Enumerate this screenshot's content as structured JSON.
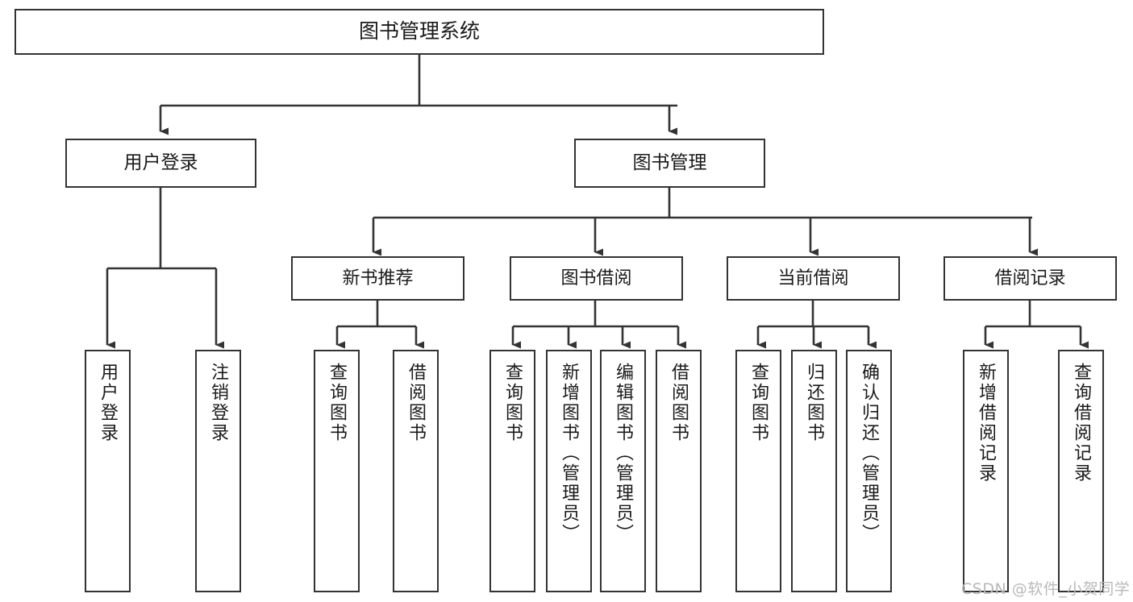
{
  "diagram": {
    "title": "图书管理系统",
    "type": "tree-hierarchy-chart",
    "root": {
      "label": "图书管理系统"
    },
    "level2": [
      {
        "label": "用户登录"
      },
      {
        "label": "图书管理"
      }
    ],
    "level3": [
      {
        "label": "新书推荐"
      },
      {
        "label": "图书借阅"
      },
      {
        "label": "当前借阅"
      },
      {
        "label": "借阅记录"
      }
    ],
    "leaves": {
      "user_login": [
        {
          "label": "用户登录"
        },
        {
          "label": "注销登录"
        }
      ],
      "new_book": [
        {
          "label": "查询图书"
        },
        {
          "label": "借阅图书"
        }
      ],
      "book_borrow": [
        {
          "label": "查询图书"
        },
        {
          "label": "新增图书（管理员）"
        },
        {
          "label": "编辑图书（管理员）"
        },
        {
          "label": "借阅图书"
        }
      ],
      "current_borrow": [
        {
          "label": "查询图书"
        },
        {
          "label": "归还图书"
        },
        {
          "label": "确认归还（管理员）"
        }
      ],
      "borrow_record": [
        {
          "label": "新增借阅记录"
        },
        {
          "label": "查询借阅记录"
        }
      ]
    }
  },
  "watermark": {
    "text": "CSDN @软件_小贺同学"
  },
  "colors": {
    "border": "#333333",
    "background": "#ffffff",
    "text": "#1a1a1a",
    "watermark": "#b9b9b9"
  }
}
